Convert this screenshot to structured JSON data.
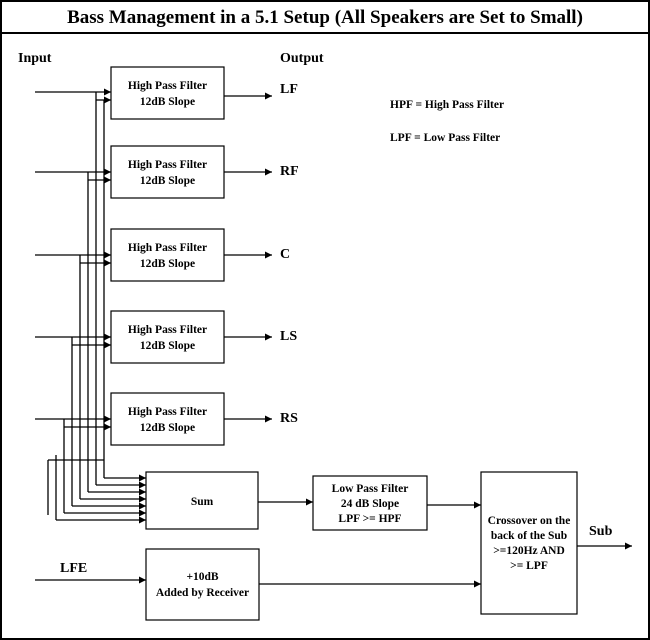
{
  "title": "Bass Management in a 5.1 Setup (All Speakers are Set to Small)",
  "labels": {
    "input": "Input",
    "output": "Output",
    "lfe": "LFE",
    "sub": "Sub"
  },
  "legend": {
    "hpf": "HPF = High Pass Filter",
    "lpf": "LPF = Low Pass Filter"
  },
  "hpf_boxes": [
    {
      "line1": "High Pass Filter",
      "line2": "12dB Slope",
      "output": "LF"
    },
    {
      "line1": "High Pass Filter",
      "line2": "12dB Slope",
      "output": "RF"
    },
    {
      "line1": "High Pass Filter",
      "line2": "12dB Slope",
      "output": "C"
    },
    {
      "line1": "High Pass Filter",
      "line2": "12dB Slope",
      "output": "LS"
    },
    {
      "line1": "High Pass Filter",
      "line2": "12dB Slope",
      "output": "RS"
    }
  ],
  "sum_box": {
    "label": "Sum"
  },
  "lpf_box": {
    "line1": "Low Pass Filter",
    "line2": "24 dB Slope",
    "line3": "LPF >= HPF"
  },
  "gain_box": {
    "line1": "+10dB",
    "line2": "Added by Receiver"
  },
  "crossover_box": {
    "line1": "Crossover on the",
    "line2": "back of the Sub",
    "line3": ">=120Hz AND",
    "line4": ">= LPF"
  }
}
